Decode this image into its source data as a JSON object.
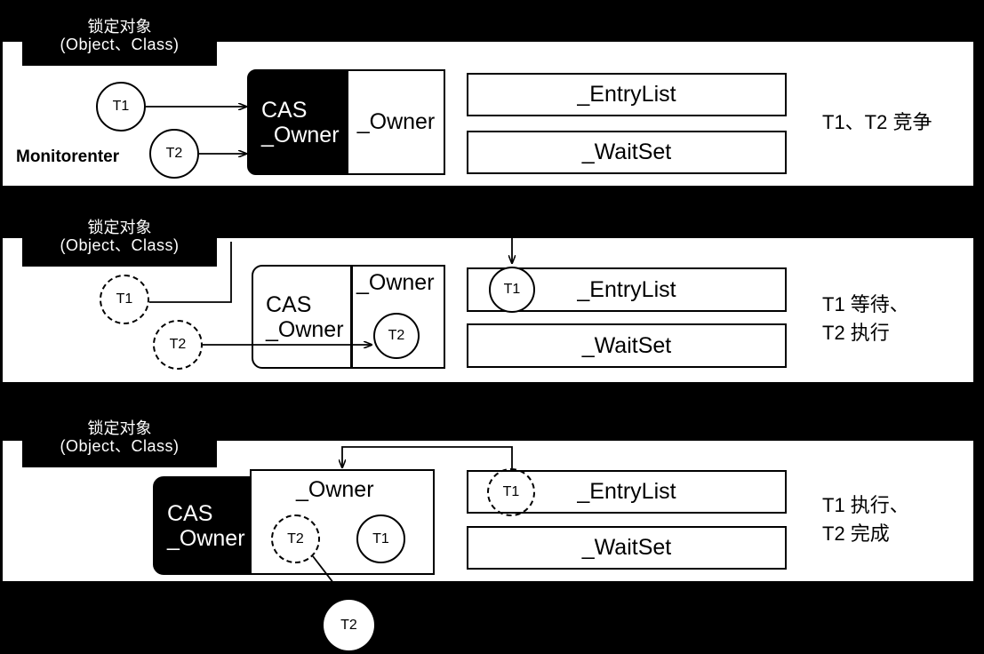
{
  "diagram": {
    "title_hidden": "",
    "lock_label": {
      "line1": "锁定对象",
      "line2": "(Object、Class)"
    },
    "monitorenter_label": "Monitorenter",
    "cas_box": {
      "line1": "CAS",
      "line2": "_Owner"
    },
    "owner_label": "_Owner",
    "entrylist_label": "_EntryList",
    "waitset_label": "_WaitSet",
    "thread_t1": "T1",
    "thread_t2": "T2",
    "colors": {
      "background": "#000000",
      "panel": "#ffffff",
      "stroke": "#000000",
      "inverse_text": "#ffffff"
    }
  },
  "panels": [
    {
      "id": "panel-1",
      "lock_label_l1": "锁定对象",
      "lock_label_l2": "(Object、Class)",
      "monitorenter": "Monitorenter",
      "cas_l1": "CAS",
      "cas_l2": "_Owner",
      "owner": "_Owner",
      "entrylist": "_EntryList",
      "waitset": "_WaitSet",
      "t1": "T1",
      "t2": "T2",
      "caption": "T1、T2 竞争",
      "caption_line2": ""
    },
    {
      "id": "panel-2",
      "lock_label_l1": "锁定对象",
      "lock_label_l2": "(Object、Class)",
      "cas_l1": "CAS",
      "cas_l2": "_Owner",
      "owner": "_Owner",
      "entrylist": "_EntryList",
      "waitset": "_WaitSet",
      "t1": "T1",
      "t2": "T2",
      "t1_entry": "T1",
      "t2_owner": "T2",
      "caption": "T1 等待、",
      "caption_line2": "T2 执行"
    },
    {
      "id": "panel-3",
      "lock_label_l1": "锁定对象",
      "lock_label_l2": "(Object、Class)",
      "cas_l1": "CAS",
      "cas_l2": "_Owner",
      "owner": "_Owner",
      "entrylist": "_EntryList",
      "waitset": "_WaitSet",
      "t1_owner": "T1",
      "t2_owner": "T2",
      "t1_entry": "T1",
      "t2_released": "T2",
      "caption": "T1 执行、",
      "caption_line2": "T2 完成"
    }
  ]
}
